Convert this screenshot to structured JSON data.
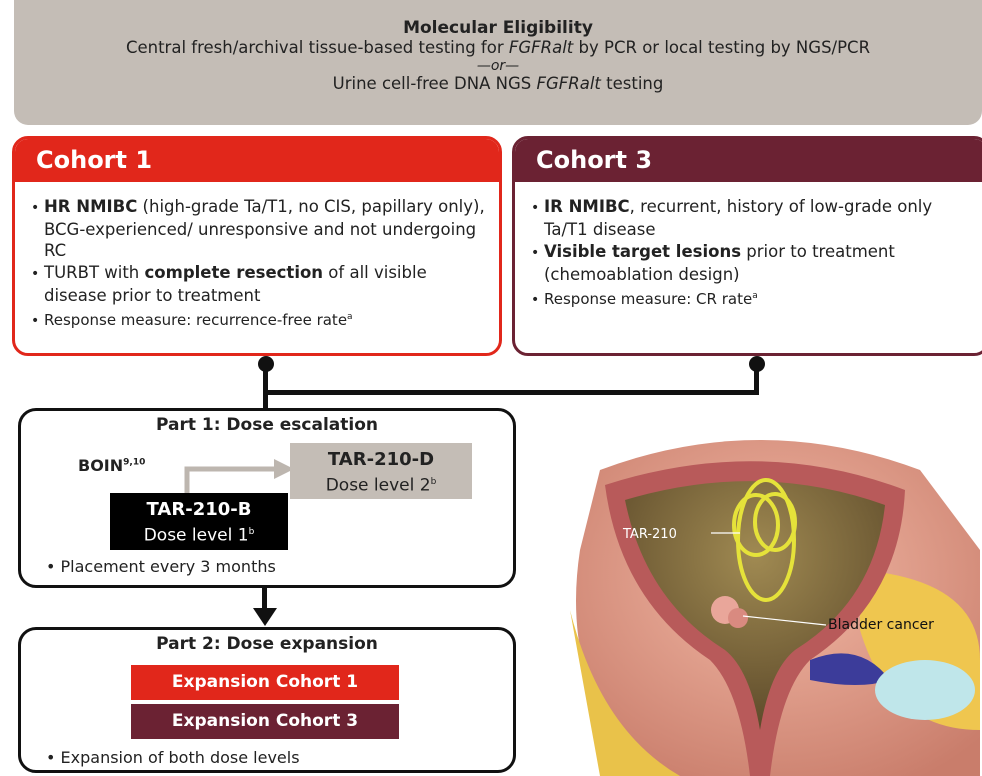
{
  "eligibility": {
    "title": "Molecular Eligibility",
    "line1_pre": "Central fresh/archival tissue-based testing for ",
    "line1_ital": "FGFRalt",
    "line1_post": " by PCR or local testing by NGS/PCR",
    "or": "—or—",
    "line2_pre": "Urine cell-free DNA NGS ",
    "line2_ital": "FGFRalt",
    "line2_post": " testing"
  },
  "cohort1": {
    "title": "Cohort 1",
    "b1_bold": "HR NMIBC",
    "b1_rest": " (high-grade Ta/T1, no CIS, papillary only), BCG-experienced/ unresponsive and not undergoing RC",
    "b2_pre": "TURBT with ",
    "b2_bold": "complete resection",
    "b2_post": " of all visible disease prior to treatment",
    "b3": "Response measure: recurrence-free rate",
    "b3_sup": "a"
  },
  "cohort3": {
    "title": "Cohort 3",
    "b1_bold": "IR NMIBC",
    "b1_rest": ", recurrent, history of low-grade only Ta/T1 disease",
    "b2_bold": "Visible target lesions",
    "b2_rest": " prior to treatment (chemoablation design)",
    "b3": "Response measure: CR rate",
    "b3_sup": "a"
  },
  "part1": {
    "title": "Part 1: Dose escalation",
    "boin": "BOIN",
    "boin_sup": "9,10",
    "doseB_name": "TAR-210-B",
    "doseB_level": "Dose level 1",
    "doseB_sup": "b",
    "doseD_name": "TAR-210-D",
    "doseD_level": "Dose level 2",
    "doseD_sup": "b",
    "bullet": "Placement every 3 months"
  },
  "part2": {
    "title": "Part 2: Dose expansion",
    "exp1": "Expansion Cohort 1",
    "exp3": "Expansion Cohort 3",
    "bullet": "Expansion of both dose levels"
  },
  "illustration": {
    "label_device": "TAR-210",
    "label_cancer": "Bladder cancer"
  },
  "colors": {
    "cohort1": "#e1271b",
    "cohort3": "#6b2233",
    "banner": "#c4bdb6",
    "doseB": "#000000",
    "doseD": "#c4bdb6"
  }
}
